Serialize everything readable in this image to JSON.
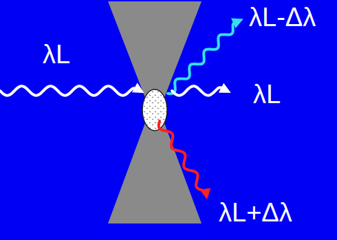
{
  "diagram": {
    "labels": [
      "λL",
      "λL-Δλ",
      "λL",
      "λL+Δλ"
    ]
  }
}
